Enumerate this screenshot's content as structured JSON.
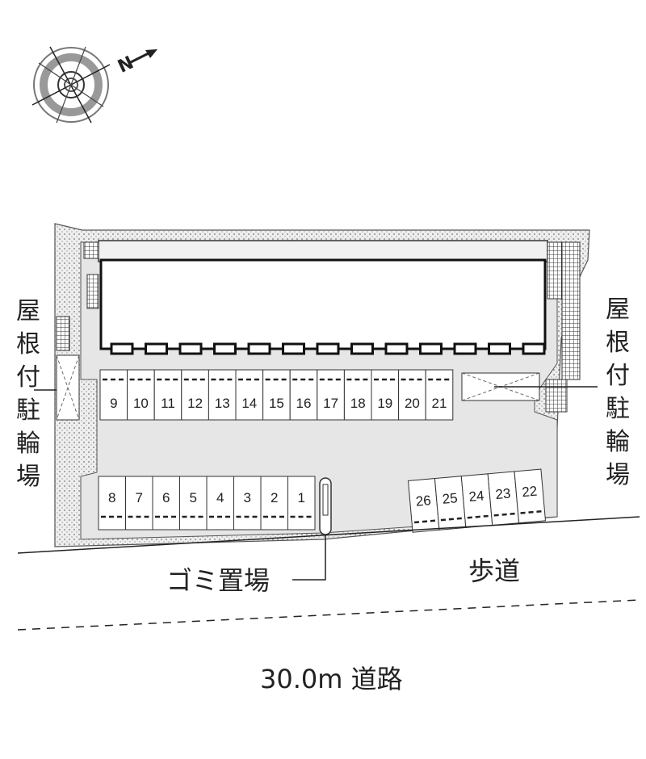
{
  "compass": {
    "north_mark": "N"
  },
  "labels": {
    "bike_parking_left": "屋根付駐輪場",
    "bike_parking_right": "屋根付駐輪場",
    "garbage": "ゴミ置場",
    "sidewalk": "歩道",
    "road": "30.0m 道路"
  },
  "parking": {
    "row_top": [
      "9",
      "10",
      "11",
      "12",
      "13",
      "14",
      "15",
      "16",
      "17",
      "18",
      "19",
      "20",
      "21"
    ],
    "row_bottom": [
      "8",
      "7",
      "6",
      "5",
      "4",
      "3",
      "2",
      "1"
    ],
    "row_right": [
      "26",
      "25",
      "24",
      "23",
      "22"
    ]
  },
  "colors": {
    "line": "#222222",
    "site_fill": "#e6e6e6",
    "ground": "#ffffff"
  }
}
